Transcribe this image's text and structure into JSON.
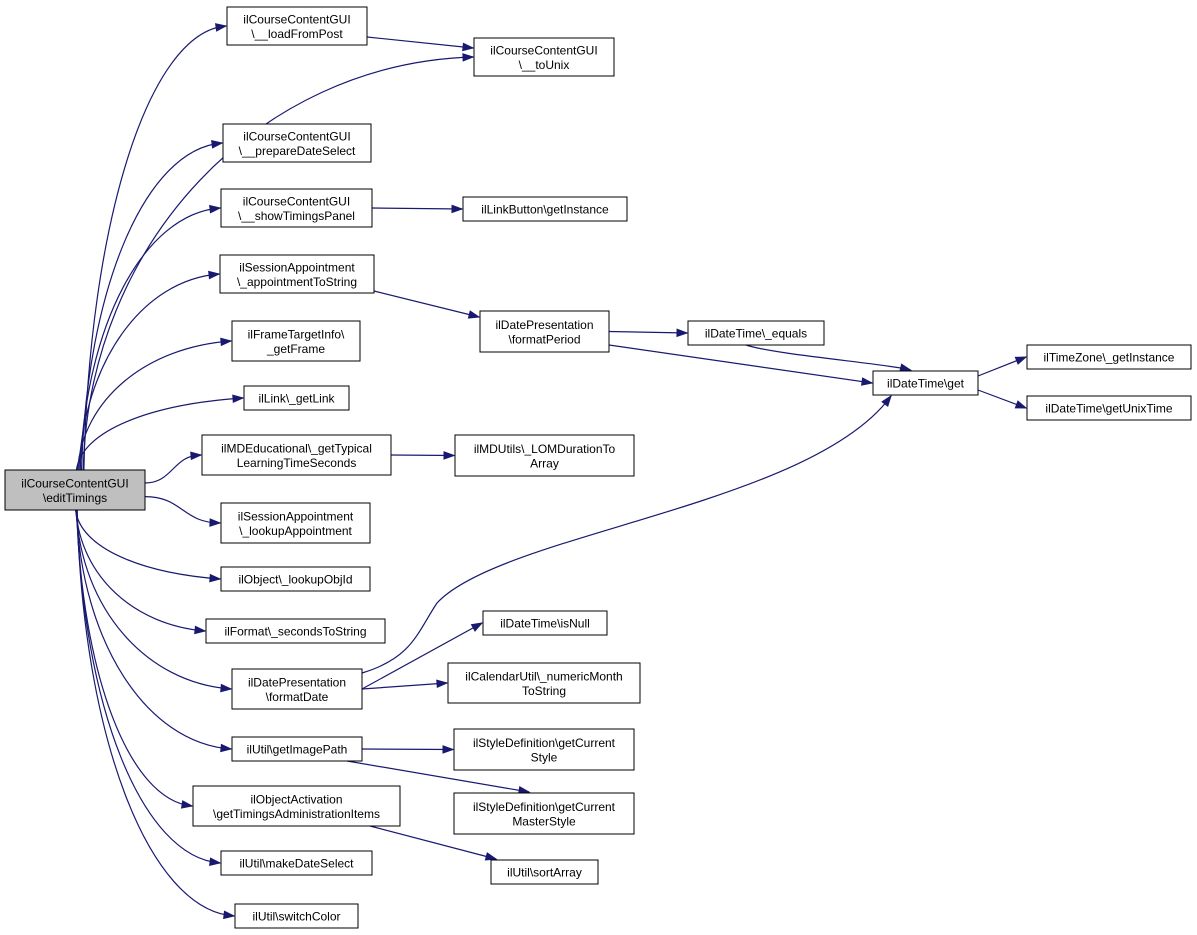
{
  "graph": {
    "edge_color": "#191970",
    "root_fill": "#bfbfbf",
    "node_fill": "#ffffff",
    "nodes": {
      "root": {
        "lines": [
          "ilCourseContentGUI",
          "\\editTimings"
        ],
        "root": true
      },
      "loadFromPost": {
        "lines": [
          "ilCourseContentGUI",
          "\\__loadFromPost"
        ]
      },
      "toUnix": {
        "lines": [
          "ilCourseContentGUI",
          "\\__toUnix"
        ]
      },
      "prepareDateSelect": {
        "lines": [
          "ilCourseContentGUI",
          "\\__prepareDateSelect"
        ]
      },
      "showTimingsPanel": {
        "lines": [
          "ilCourseContentGUI",
          "\\__showTimingsPanel"
        ]
      },
      "linkButton": {
        "lines": [
          "ilLinkButton\\getInstance"
        ]
      },
      "appointmentToString": {
        "lines": [
          "ilSessionAppointment",
          "\\_appointmentToString"
        ]
      },
      "formatPeriod": {
        "lines": [
          "ilDatePresentation",
          "\\formatPeriod"
        ]
      },
      "dtEquals": {
        "lines": [
          "ilDateTime\\_equals"
        ]
      },
      "dtGet": {
        "lines": [
          "ilDateTime\\get"
        ]
      },
      "tzInstance": {
        "lines": [
          "ilTimeZone\\_getInstance"
        ]
      },
      "unixTime": {
        "lines": [
          "ilDateTime\\getUnixTime"
        ]
      },
      "getFrame": {
        "lines": [
          "ilFrameTargetInfo\\",
          "_getFrame"
        ]
      },
      "getLink": {
        "lines": [
          "ilLink\\_getLink"
        ]
      },
      "mdEdu": {
        "lines": [
          "ilMDEducational\\_getTypical",
          "LearningTimeSeconds"
        ]
      },
      "lomDuration": {
        "lines": [
          "ilMDUtils\\_LOMDurationTo",
          "Array"
        ]
      },
      "lookupAppointment": {
        "lines": [
          "ilSessionAppointment",
          "\\_lookupAppointment"
        ]
      },
      "lookupObjId": {
        "lines": [
          "ilObject\\_lookupObjId"
        ]
      },
      "secondsToString": {
        "lines": [
          "ilFormat\\_secondsToString"
        ]
      },
      "formatDate": {
        "lines": [
          "ilDatePresentation",
          "\\formatDate"
        ]
      },
      "isNull": {
        "lines": [
          "ilDateTime\\isNull"
        ]
      },
      "numericMonth": {
        "lines": [
          "ilCalendarUtil\\_numericMonth",
          "ToString"
        ]
      },
      "getImagePath": {
        "lines": [
          "ilUtil\\getImagePath"
        ]
      },
      "currentStyle": {
        "lines": [
          "ilStyleDefinition\\getCurrent",
          "Style"
        ]
      },
      "currentMasterStyle": {
        "lines": [
          "ilStyleDefinition\\getCurrent",
          "MasterStyle"
        ]
      },
      "objActivation": {
        "lines": [
          "ilObjectActivation",
          "\\getTimingsAdministrationItems"
        ]
      },
      "sortArray": {
        "lines": [
          "ilUtil\\sortArray"
        ]
      },
      "makeDateSelect": {
        "lines": [
          "ilUtil\\makeDateSelect"
        ]
      },
      "switchColor": {
        "lines": [
          "ilUtil\\switchColor"
        ]
      }
    },
    "edges": [
      [
        "root",
        "loadFromPost"
      ],
      [
        "root",
        "toUnix"
      ],
      [
        "root",
        "prepareDateSelect"
      ],
      [
        "root",
        "showTimingsPanel"
      ],
      [
        "root",
        "appointmentToString"
      ],
      [
        "root",
        "getFrame"
      ],
      [
        "root",
        "getLink"
      ],
      [
        "root",
        "mdEdu"
      ],
      [
        "root",
        "lookupAppointment"
      ],
      [
        "root",
        "lookupObjId"
      ],
      [
        "root",
        "secondsToString"
      ],
      [
        "root",
        "formatDate"
      ],
      [
        "root",
        "getImagePath"
      ],
      [
        "root",
        "objActivation"
      ],
      [
        "root",
        "makeDateSelect"
      ],
      [
        "root",
        "switchColor"
      ],
      [
        "loadFromPost",
        "toUnix"
      ],
      [
        "showTimingsPanel",
        "linkButton"
      ],
      [
        "appointmentToString",
        "formatPeriod"
      ],
      [
        "formatPeriod",
        "dtEquals"
      ],
      [
        "formatPeriod",
        "dtGet"
      ],
      [
        "dtEquals",
        "dtGet"
      ],
      [
        "dtGet",
        "tzInstance"
      ],
      [
        "dtGet",
        "unixTime"
      ],
      [
        "mdEdu",
        "lomDuration"
      ],
      [
        "formatDate",
        "dtGet"
      ],
      [
        "formatDate",
        "isNull"
      ],
      [
        "formatDate",
        "numericMonth"
      ],
      [
        "getImagePath",
        "currentStyle"
      ],
      [
        "getImagePath",
        "currentMasterStyle"
      ],
      [
        "objActivation",
        "sortArray"
      ]
    ]
  }
}
